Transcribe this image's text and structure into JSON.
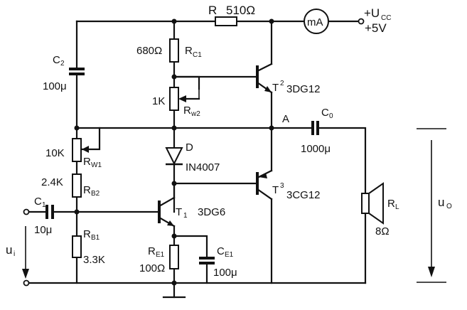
{
  "labels": {
    "r_main": {
      "name": "R",
      "value": "510Ω"
    },
    "meter": "mA",
    "supply": {
      "plus": "+U",
      "sub": "CC",
      "voltage": "+5V"
    },
    "c2": {
      "name": "C",
      "sub": "2",
      "value": "100μ"
    },
    "rc1": {
      "value": "680Ω",
      "name": "R",
      "sub": "C1"
    },
    "t2": {
      "name": "T",
      "sub": "2",
      "model": "3DG12"
    },
    "rw2": {
      "value": "1K",
      "name": "R",
      "sub": "w2"
    },
    "node_a": "A",
    "c0": {
      "name": "C",
      "sub": "0",
      "value": "1000μ"
    },
    "rw1": {
      "value": "10K",
      "name": "R",
      "sub": "W1"
    },
    "diode": {
      "name": "D",
      "model": "IN4007"
    },
    "t3": {
      "name": "T",
      "sub": "3",
      "model": "3CG12"
    },
    "rb2": {
      "value": "2.4K",
      "name": "R",
      "sub": "B2"
    },
    "rl": {
      "name": "R",
      "sub": "L",
      "value": "8Ω"
    },
    "uo": {
      "name": "u",
      "sub": "O"
    },
    "c1": {
      "name": "C",
      "sub": "1",
      "value": "10μ"
    },
    "t1": {
      "name": "T",
      "sub": "1",
      "model": "3DG6"
    },
    "rb1": {
      "name": "R",
      "sub": "B1",
      "value": "3.3K"
    },
    "ui": {
      "name": "u",
      "sub": "i"
    },
    "re1": {
      "name": "R",
      "sub": "E1",
      "value": "100Ω"
    },
    "ce1": {
      "name": "C",
      "sub": "E1",
      "value": "100μ"
    }
  }
}
